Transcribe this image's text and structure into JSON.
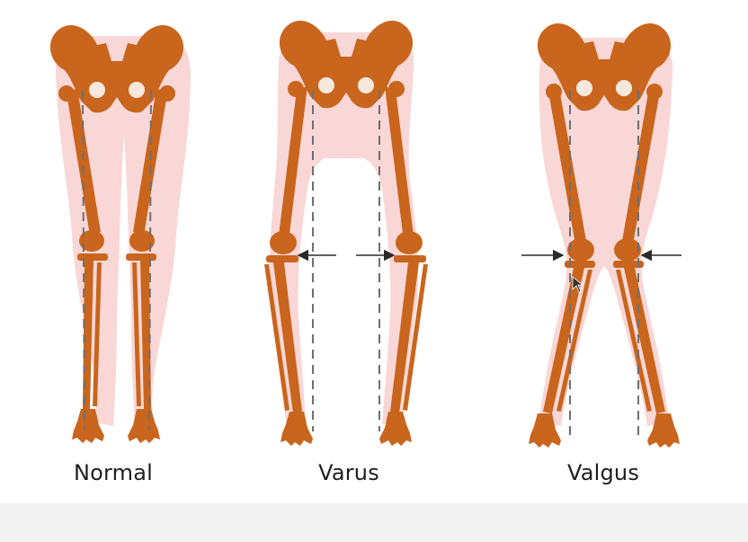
{
  "figures": [
    {
      "key": "normal",
      "label": "Normal"
    },
    {
      "key": "varus",
      "label": "Varus"
    },
    {
      "key": "valgus",
      "label": "Valgus"
    }
  ],
  "colors": {
    "bone": "#c9651d",
    "bone_dark": "#9e4a10",
    "soft_tissue": "#f9d7d6",
    "background": "#ffffff",
    "axis_line": "#6f6f6f",
    "arrow": "#2a2a2a",
    "caption": "#1e1e1e"
  },
  "icons": {
    "cursor": "mouse-pointer-icon"
  }
}
